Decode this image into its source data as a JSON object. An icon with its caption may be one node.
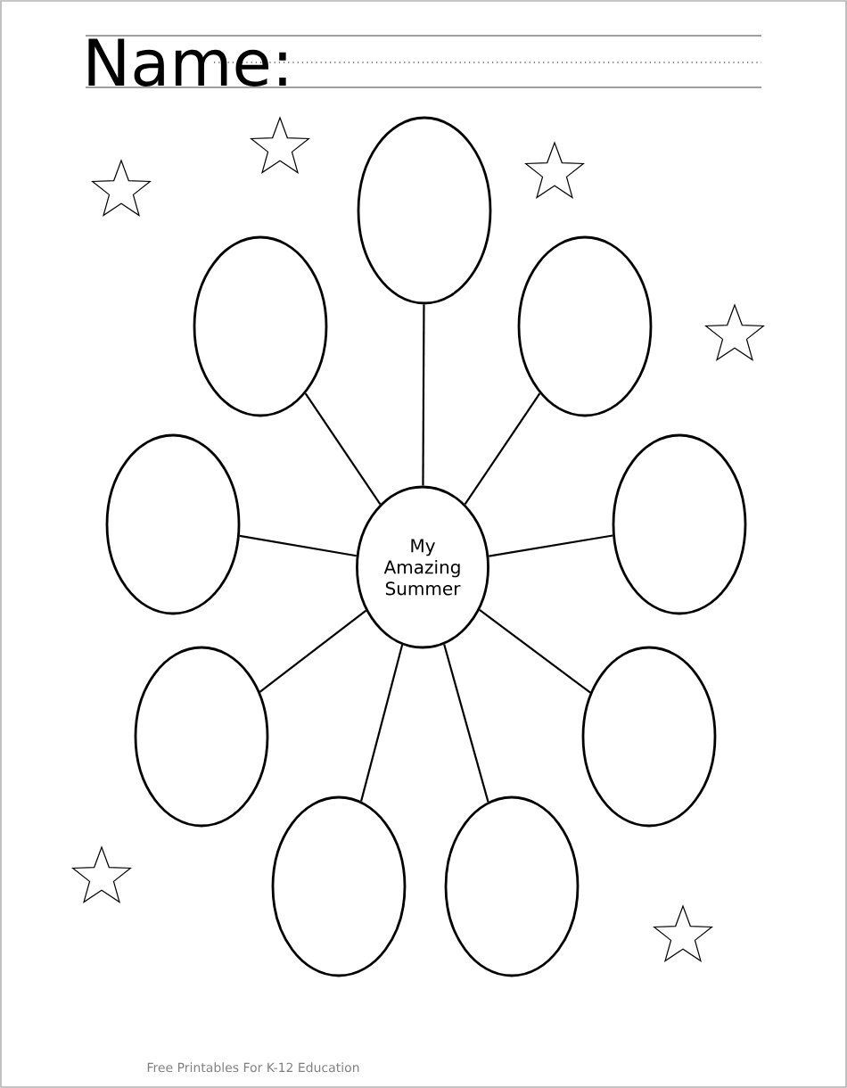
{
  "diagram": {
    "nodes": [
      {
        "text": [
          "My Amazing Summer"
        ]
      },
      {
        "text": [],
        "shape": "ellipse"
      },
      {
        "text": [],
        "shape": "ellipse"
      },
      {
        "text": [],
        "shape": "ellipse"
      },
      {
        "text": [],
        "shape": "ellipse"
      },
      {
        "text": [],
        "shape": "ellipse"
      },
      {
        "text": [],
        "shape": "ellipse"
      },
      {
        "text": [],
        "shape": "ellipse"
      },
      {
        "text": [],
        "shape": "ellipse"
      },
      {
        "text": [],
        "shape": "ellipse"
      }
    ],
    "edges": [
      {
        "from": 0,
        "to": 1,
        "arrow": "none"
      },
      {
        "from": 0,
        "to": 2,
        "arrow": "none"
      },
      {
        "from": 0,
        "to": 3,
        "arrow": "none"
      },
      {
        "from": 0,
        "to": 4,
        "arrow": "none"
      },
      {
        "from": 0,
        "to": 5,
        "arrow": "none"
      },
      {
        "from": 0,
        "to": 6,
        "arrow": "none"
      },
      {
        "from": 0,
        "to": 7,
        "arrow": "none"
      },
      {
        "from": 0,
        "to": 8,
        "arrow": "none"
      },
      {
        "from": 0,
        "to": 9,
        "arrow": "none"
      }
    ],
    "labels": [
      "Name:",
      "Free Printables For K-12 Education"
    ]
  }
}
